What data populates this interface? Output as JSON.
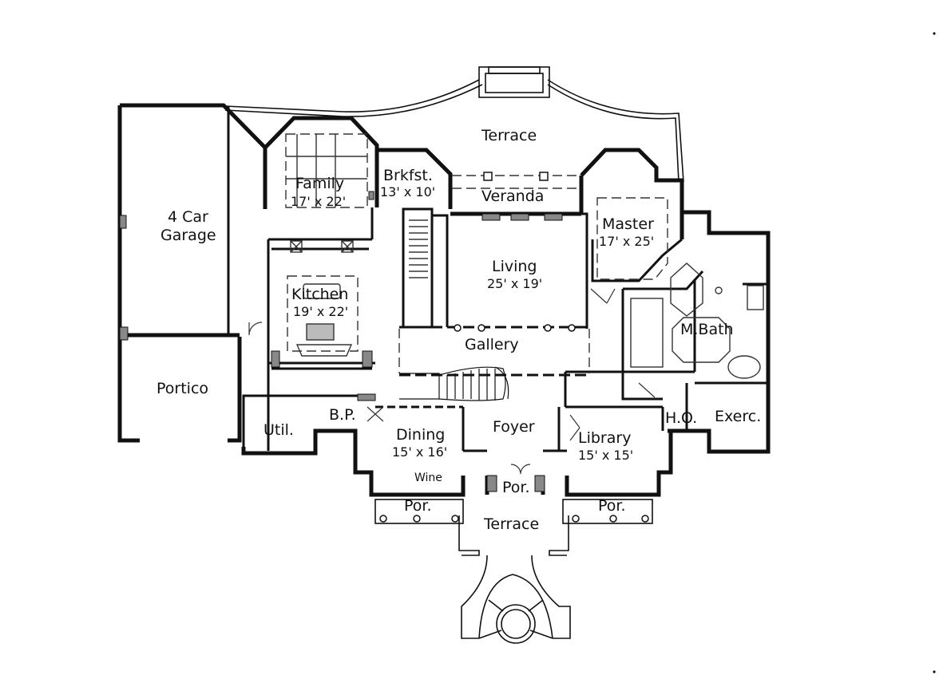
{
  "plan": {
    "rooms": {
      "terrace_rear": "Terrace",
      "family": "Family",
      "family_dim": "17' x 22'",
      "brkfst": "Brkfst.",
      "brkfst_dim": "13' x 10'",
      "veranda": "Veranda",
      "master": "Master",
      "master_dim": "17' x 25'",
      "garage_line1": "4 Car",
      "garage_line2": "Garage",
      "living": "Living",
      "living_dim": "25' x 19'",
      "kitchen": "Kitchen",
      "kitchen_dim": "19' x 22'",
      "mbath": "M.Bath",
      "gallery": "Gallery",
      "portico": "Portico",
      "bp": "B.P.",
      "util": "Util.",
      "dining": "Dining",
      "dining_dim": "15' x 16'",
      "foyer": "Foyer",
      "library": "Library",
      "library_dim": "15' x 15'",
      "ho": "H.O.",
      "exerc": "Exerc.",
      "wine": "Wine",
      "por_center": "Por.",
      "por_left": "Por.",
      "por_right": "Por.",
      "terrace_front": "Terrace"
    },
    "colors": {
      "wall": "#111111",
      "fixture": "#333333",
      "fill": "#888888",
      "background": "#ffffff"
    }
  }
}
